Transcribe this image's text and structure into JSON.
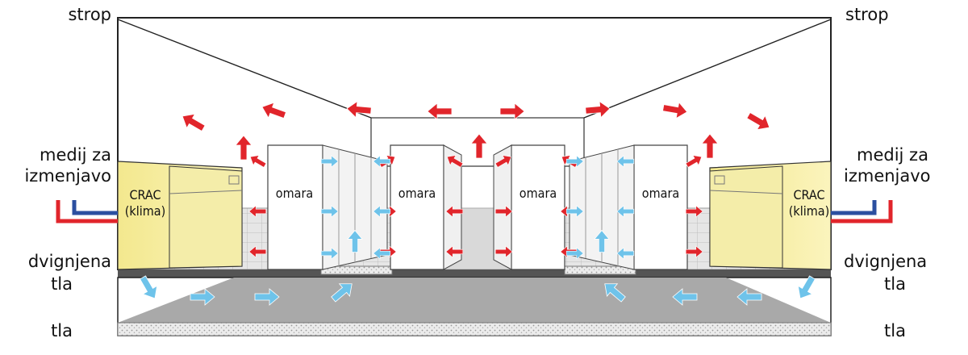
{
  "labels": {
    "ceiling_left": "strop",
    "ceiling_right": "strop",
    "medium_left_1": "medij za",
    "medium_left_2": "izmenjavo",
    "medium_right_1": "medij za",
    "medium_right_2": "izmenjavo",
    "raised_left_1": "dvignjena",
    "raised_left_2": "tla",
    "raised_right_1": "dvignjena",
    "raised_right_2": "tla",
    "floor_left": "tla",
    "floor_right": "tla"
  },
  "crac": {
    "line1": "CRAC",
    "line2": "(klima)"
  },
  "cabinets": [
    "omara",
    "omara",
    "omara",
    "omara"
  ],
  "colors": {
    "hot_air": "#e1252b",
    "cold_air": "#6ec3ea",
    "crac_body": "#f7eea0",
    "pipe_hot": "#e1252b",
    "pipe_cold": "#2b4fa0"
  }
}
